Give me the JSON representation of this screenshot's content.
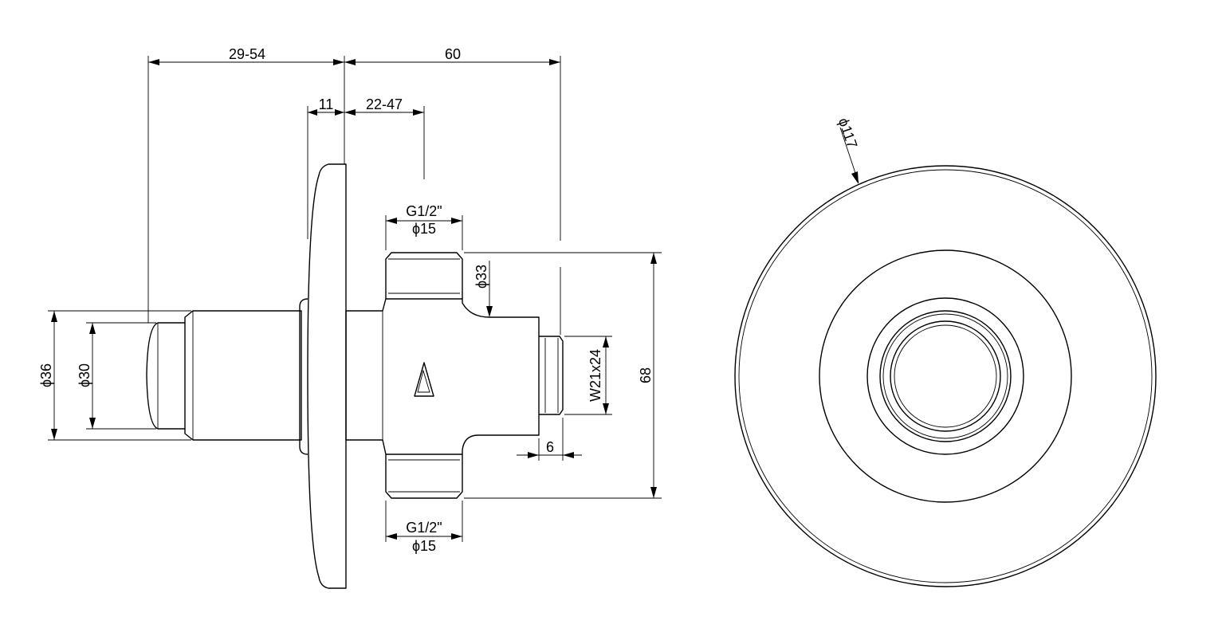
{
  "side_view": {
    "dims": {
      "adjust_length": "29-54",
      "overall_depth": "60",
      "rosette_thickness": "11",
      "body_adjust": "22-47",
      "inlet_top_thread": "G1/2\"",
      "inlet_top_diameter": "ϕ15",
      "outlet_bottom_thread": "G1/2\"",
      "outlet_bottom_diameter": "ϕ15",
      "body_diameter": "ϕ33",
      "outlet_thread": "W21x24",
      "outlet_length": "6",
      "overall_height": "68",
      "sleeve_diameter": "ϕ36",
      "button_diameter": "ϕ30"
    }
  },
  "front_view": {
    "dims": {
      "rosette_diameter": "ϕ117"
    }
  }
}
